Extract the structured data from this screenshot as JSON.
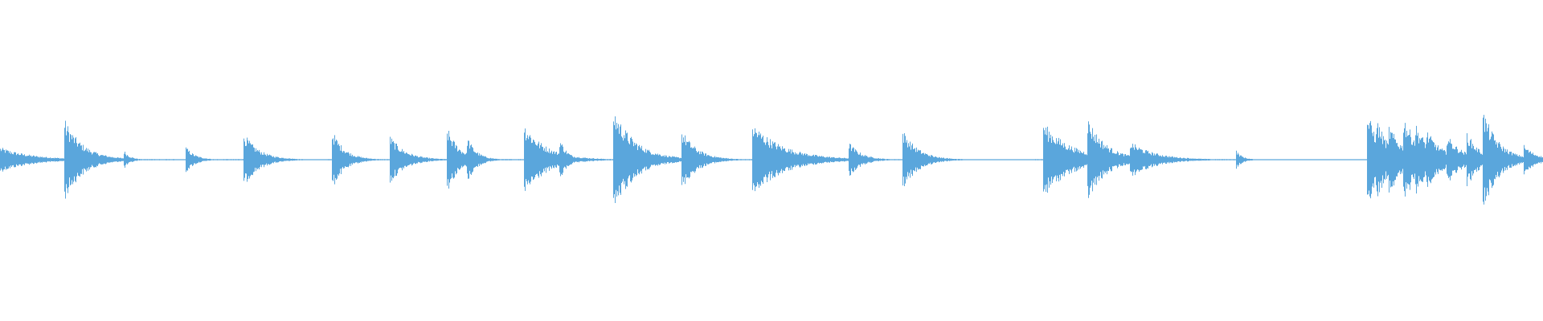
{
  "waveform": {
    "color": "#5aa6dc",
    "background": "#ffffff",
    "sample_count": 1920,
    "baseline_amplitude": 0.004,
    "onsets": [
      {
        "t": 0.0,
        "peak": 0.08,
        "decay": 0.02
      },
      {
        "t": 0.0416,
        "peak": 0.26,
        "decay": 0.012
      },
      {
        "t": 0.0802,
        "peak": 0.06,
        "decay": 0.004
      },
      {
        "t": 0.1198,
        "peak": 0.09,
        "decay": 0.006
      },
      {
        "t": 0.1573,
        "peak": 0.18,
        "decay": 0.01
      },
      {
        "t": 0.2151,
        "peak": 0.19,
        "decay": 0.008
      },
      {
        "t": 0.2521,
        "peak": 0.16,
        "decay": 0.01
      },
      {
        "t": 0.2891,
        "peak": 0.22,
        "decay": 0.008
      },
      {
        "t": 0.3026,
        "peak": 0.15,
        "decay": 0.006
      },
      {
        "t": 0.3391,
        "peak": 0.24,
        "decay": 0.014
      },
      {
        "t": 0.3625,
        "peak": 0.14,
        "decay": 0.005
      },
      {
        "t": 0.3969,
        "peak": 0.34,
        "decay": 0.014
      },
      {
        "t": 0.4412,
        "peak": 0.2,
        "decay": 0.01
      },
      {
        "t": 0.487,
        "peak": 0.24,
        "decay": 0.02
      },
      {
        "t": 0.5495,
        "peak": 0.12,
        "decay": 0.008
      },
      {
        "t": 0.5844,
        "peak": 0.2,
        "decay": 0.01
      },
      {
        "t": 0.676,
        "peak": 0.24,
        "decay": 0.018
      },
      {
        "t": 0.7042,
        "peak": 0.28,
        "decay": 0.012
      },
      {
        "t": 0.7318,
        "peak": 0.12,
        "decay": 0.016
      },
      {
        "t": 0.801,
        "peak": 0.06,
        "decay": 0.004
      },
      {
        "t": 0.8859,
        "peak": 0.3,
        "decay": 0.01
      },
      {
        "t": 0.8917,
        "peak": 0.28,
        "decay": 0.008
      },
      {
        "t": 0.9,
        "peak": 0.22,
        "decay": 0.01
      },
      {
        "t": 0.9089,
        "peak": 0.3,
        "decay": 0.01
      },
      {
        "t": 0.9167,
        "peak": 0.24,
        "decay": 0.01
      },
      {
        "t": 0.924,
        "peak": 0.2,
        "decay": 0.01
      },
      {
        "t": 0.9375,
        "peak": 0.16,
        "decay": 0.01
      },
      {
        "t": 0.9505,
        "peak": 0.18,
        "decay": 0.008
      },
      {
        "t": 0.9609,
        "peak": 0.32,
        "decay": 0.01
      },
      {
        "t": 0.987,
        "peak": 0.1,
        "decay": 0.008
      }
    ],
    "silences": [
      [
        0.114,
        0.119
      ],
      [
        0.185,
        0.212
      ],
      [
        0.605,
        0.67
      ],
      [
        0.812,
        0.884
      ]
    ]
  }
}
